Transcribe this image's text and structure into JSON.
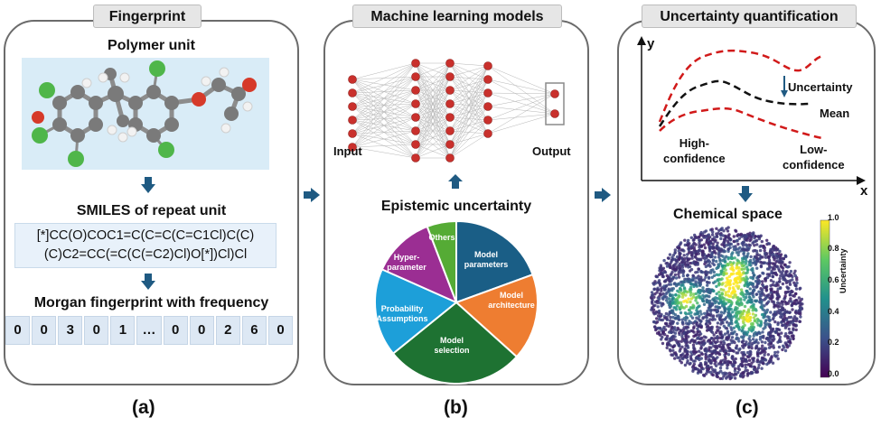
{
  "panel_a": {
    "tab_title": "Fingerprint",
    "polymer_unit_label": "Polymer unit",
    "smiles_title": "SMILES of repeat unit",
    "smiles_line1": "[*]CC(O)COC1=C(C=C(C=C1Cl)C(C)",
    "smiles_line2": "(C)C2=CC(=C(C(=C2)Cl)O[*])Cl)Cl",
    "morgan_title": "Morgan fingerprint with frequency",
    "fingerprint_values": [
      "0",
      "0",
      "3",
      "0",
      "1",
      "…",
      "0",
      "0",
      "2",
      "6",
      "0"
    ],
    "caption": "(a)"
  },
  "panel_b": {
    "tab_title": "Machine learning models",
    "input_label": "Input",
    "output_label": "Output",
    "epistemic_title": "Epistemic uncertainty",
    "pie_slices": [
      {
        "label": "Model parameters",
        "lines": [
          "Model",
          "parameters"
        ],
        "color": "#1a5e86"
      },
      {
        "label": "Model architecture",
        "lines": [
          "Model",
          "architecture"
        ],
        "color": "#ee7d31"
      },
      {
        "label": "Model selection",
        "lines": [
          "Model",
          "selection"
        ],
        "color": "#1e7232"
      },
      {
        "label": "Probability Assumptions",
        "lines": [
          "Probability",
          "Assumptions"
        ],
        "color": "#1d9fd9"
      },
      {
        "label": "Hyper-parameter",
        "lines": [
          "Hyper-",
          "parameter"
        ],
        "color": "#9b2e93"
      },
      {
        "label": "Others",
        "lines": [
          "Others"
        ],
        "color": "#55ab35"
      }
    ],
    "caption": "(b)"
  },
  "panel_c": {
    "tab_title": "Uncertainty quantification",
    "y_axis_label": "y",
    "x_axis_label": "x",
    "uncertainty_label": "Uncertainty",
    "mean_label": "Mean",
    "high_confidence_line1": "High-",
    "high_confidence_line2": "confidence",
    "low_confidence_line1": "Low-",
    "low_confidence_line2": "confidence",
    "chemical_space_title": "Chemical space",
    "colorbar_label": "Uncertainty",
    "colorbar_ticks": [
      "1.0",
      "0.8",
      "0.6",
      "0.4",
      "0.2",
      "0.0"
    ],
    "caption": "(c)"
  },
  "colors": {
    "arrow_blue": "#1f5a82",
    "mean_line": "#111111",
    "bound_line": "#d11a1a",
    "neuron": "#c9302c",
    "viridis_low": "#440154",
    "viridis_high": "#fde725"
  }
}
